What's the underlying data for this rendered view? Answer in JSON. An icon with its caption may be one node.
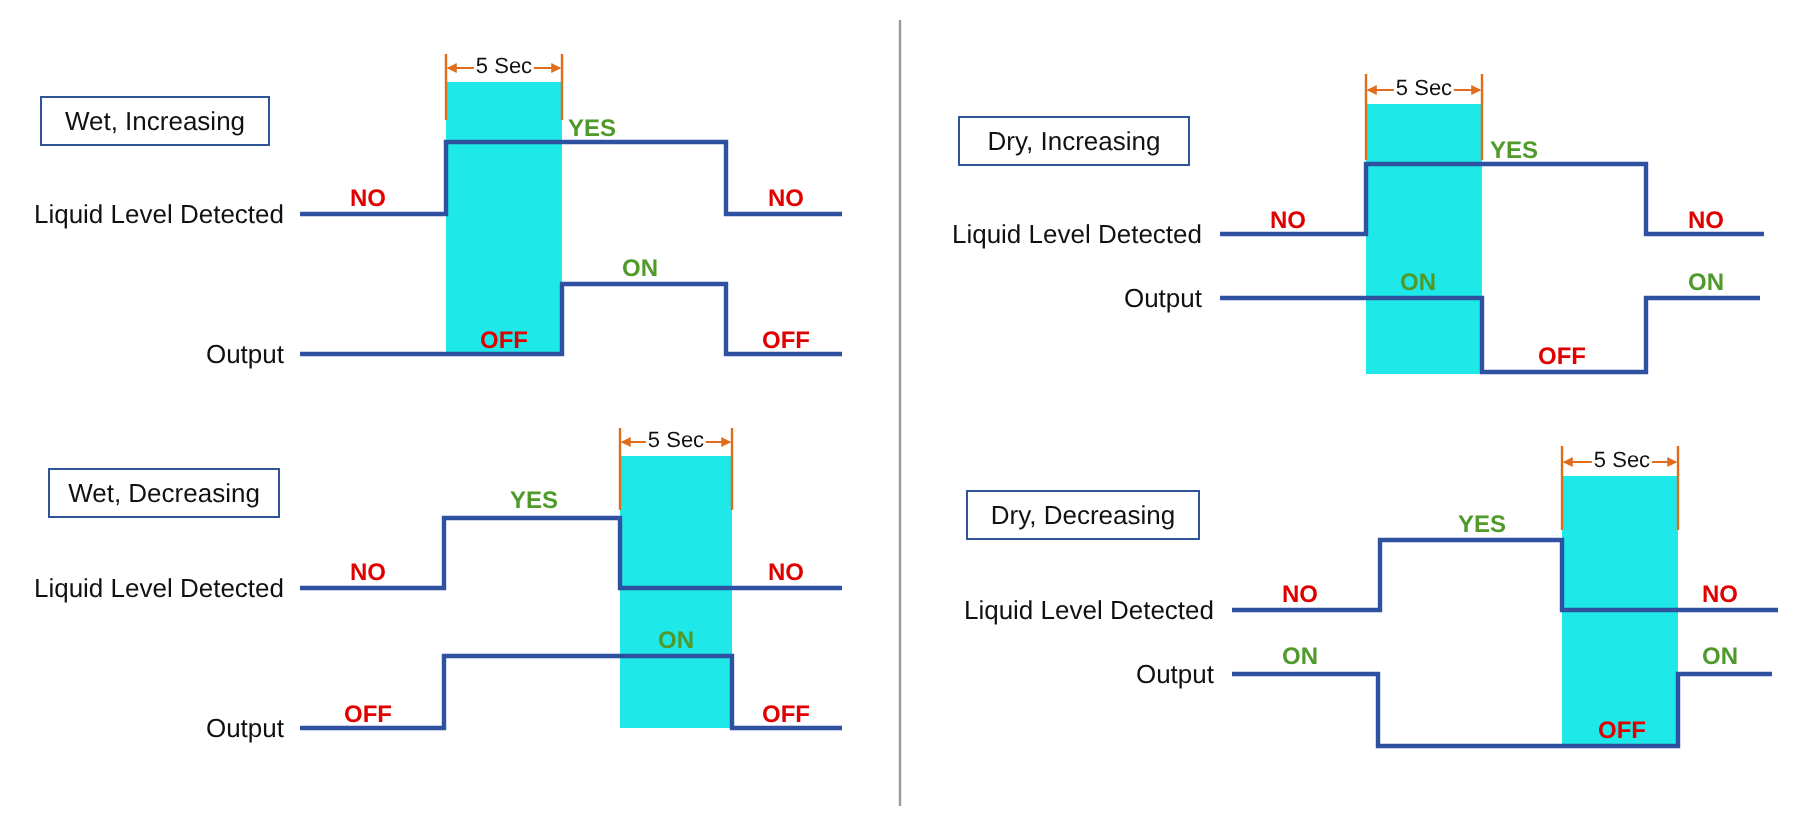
{
  "diagram": {
    "nodes": [
      {
        "text": [
          "Wet, Increasing"
        ]
      },
      {
        "text": [
          "Wet, Decreasing"
        ]
      },
      {
        "text": [
          "Dry, Increasing"
        ]
      },
      {
        "text": [
          "Dry, Decreasing"
        ]
      }
    ],
    "labels": [
      "5 Sec",
      "YES",
      "Liquid Level Detected",
      "NO",
      "NO",
      "ON",
      "Output",
      "OFF",
      "OFF",
      "5 Sec",
      "YES",
      "Liquid Level Detected",
      "NO",
      "NO",
      "ON",
      "Output",
      "OFF",
      "OFF",
      "5 Sec",
      "YES",
      "Liquid Level Detected",
      "NO",
      "NO",
      "Output",
      "ON",
      "ON",
      "OFF",
      "5 Sec",
      "YES",
      "Liquid Level Detected",
      "NO",
      "NO",
      "Output",
      "ON",
      "ON",
      "OFF"
    ]
  }
}
